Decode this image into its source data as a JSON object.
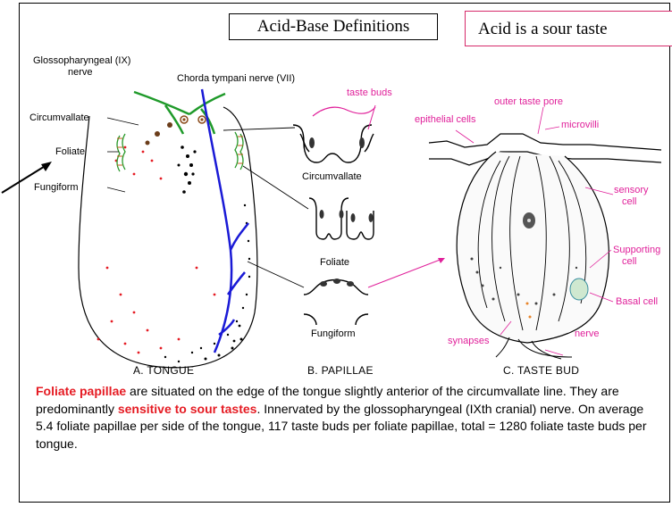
{
  "title": "Acid-Base Definitions",
  "callout": "Acid is a sour taste",
  "labels": {
    "glosso_line1": "Glossopharyngeal (IX)",
    "glosso_line2": "nerve",
    "chorda": "Chorda tympani nerve (VII)",
    "circumvallate": "Circumvallate",
    "foliate": "Foliate",
    "fungiform": "Fungiform",
    "taste_buds": "taste buds",
    "papilla_circumvallate": "Circumvallate",
    "papilla_foliate": "Foliate",
    "papilla_fungiform": "Fungiform",
    "outer_taste_pore": "outer taste pore",
    "epithelial_cells": "epithelial cells",
    "microvilli": "microvilli",
    "sensory_cell_1": "sensory",
    "sensory_cell_2": "cell",
    "supporting_cell_1": "Supporting",
    "supporting_cell_2": "cell",
    "basal_cell": "Basal cell",
    "nerve": "nerve",
    "synapses": "synapses"
  },
  "captions": {
    "tongue": "A.  TONGUE",
    "papillae": "B. PAPILLAE",
    "taste_bud": "C. TASTE BUD"
  },
  "body": {
    "highlight_1": "Foliate papillae",
    "text_1": " are situated on the edge of the tongue slightly anterior of the circumvallate  line. They are predominantly ",
    "highlight_2": "sensitive to sour tastes",
    "text_2": ". Innervated by the glossopharyngeal (IXth  cranial) nerve. On average 5.4 foliate papillae per side of the tongue, 117 taste buds per  foliate papillae, total = 1280 foliate taste buds per tongue."
  },
  "colors": {
    "accent_red": "#e51b23",
    "label_pink": "#e0209a",
    "nerve_blue": "#1a1ad6",
    "nerve_green": "#1f9a2a"
  }
}
